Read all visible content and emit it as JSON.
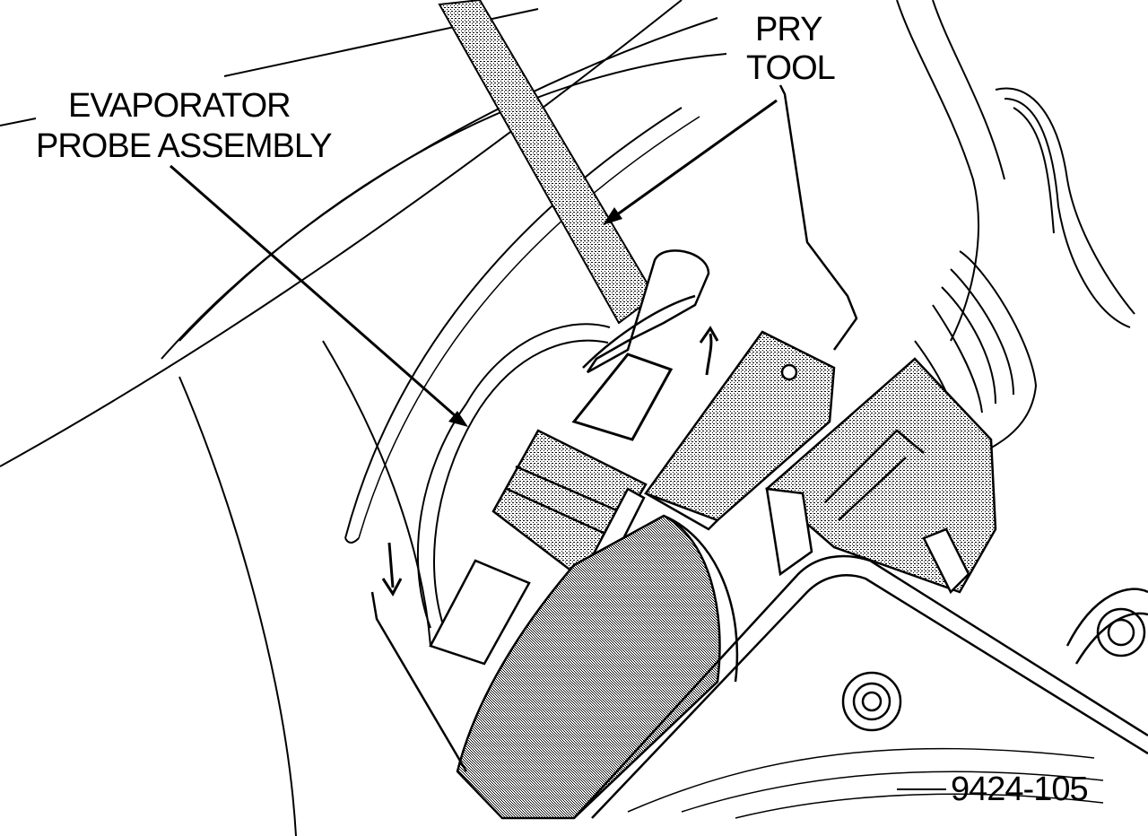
{
  "callouts": {
    "evaporator_line1": "EVAPORATOR",
    "evaporator_line2": "PROBE ASSEMBLY",
    "pry_line1": "PRY",
    "pry_line2": "TOOL"
  },
  "figure_id": "9424-105",
  "colors": {
    "ink": "#000000",
    "paper": "#ffffff",
    "stipple": "#8a8a8a"
  }
}
